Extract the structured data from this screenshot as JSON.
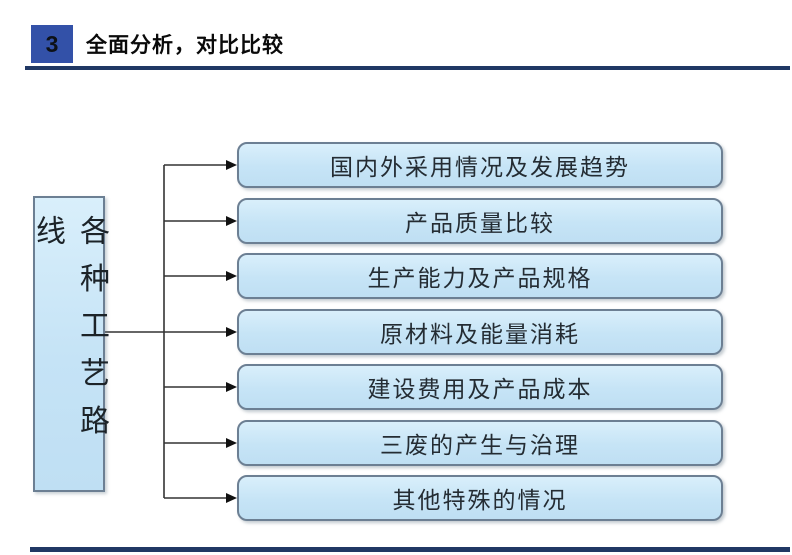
{
  "slide": {
    "number": "3",
    "title": "全面分析，对比比较"
  },
  "diagram": {
    "source": {
      "label": "各种工艺路线"
    },
    "boxes": [
      {
        "label": "国内外采用情况及发展趋势"
      },
      {
        "label": "产品质量比较"
      },
      {
        "label": "生产能力及产品规格"
      },
      {
        "label": "原材料及能量消耗"
      },
      {
        "label": "建设费用及产品成本"
      },
      {
        "label": "三废的产生与治理"
      },
      {
        "label": "其他特殊的情况"
      }
    ]
  },
  "colors": {
    "accent_blue": "#3351a8",
    "rule_navy": "#203864",
    "box_fill": "#c6e4f6",
    "box_border": "#6c7f93",
    "connector": "#333333"
  }
}
